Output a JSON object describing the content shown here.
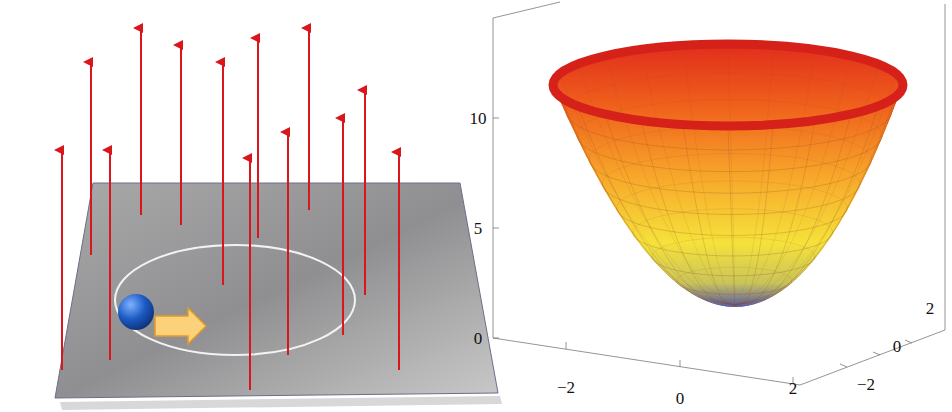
{
  "diagram": {
    "labels": [
      "10",
      "5",
      "0",
      "−2",
      "0",
      "2",
      "2",
      "0",
      "−2"
    ]
  }
}
